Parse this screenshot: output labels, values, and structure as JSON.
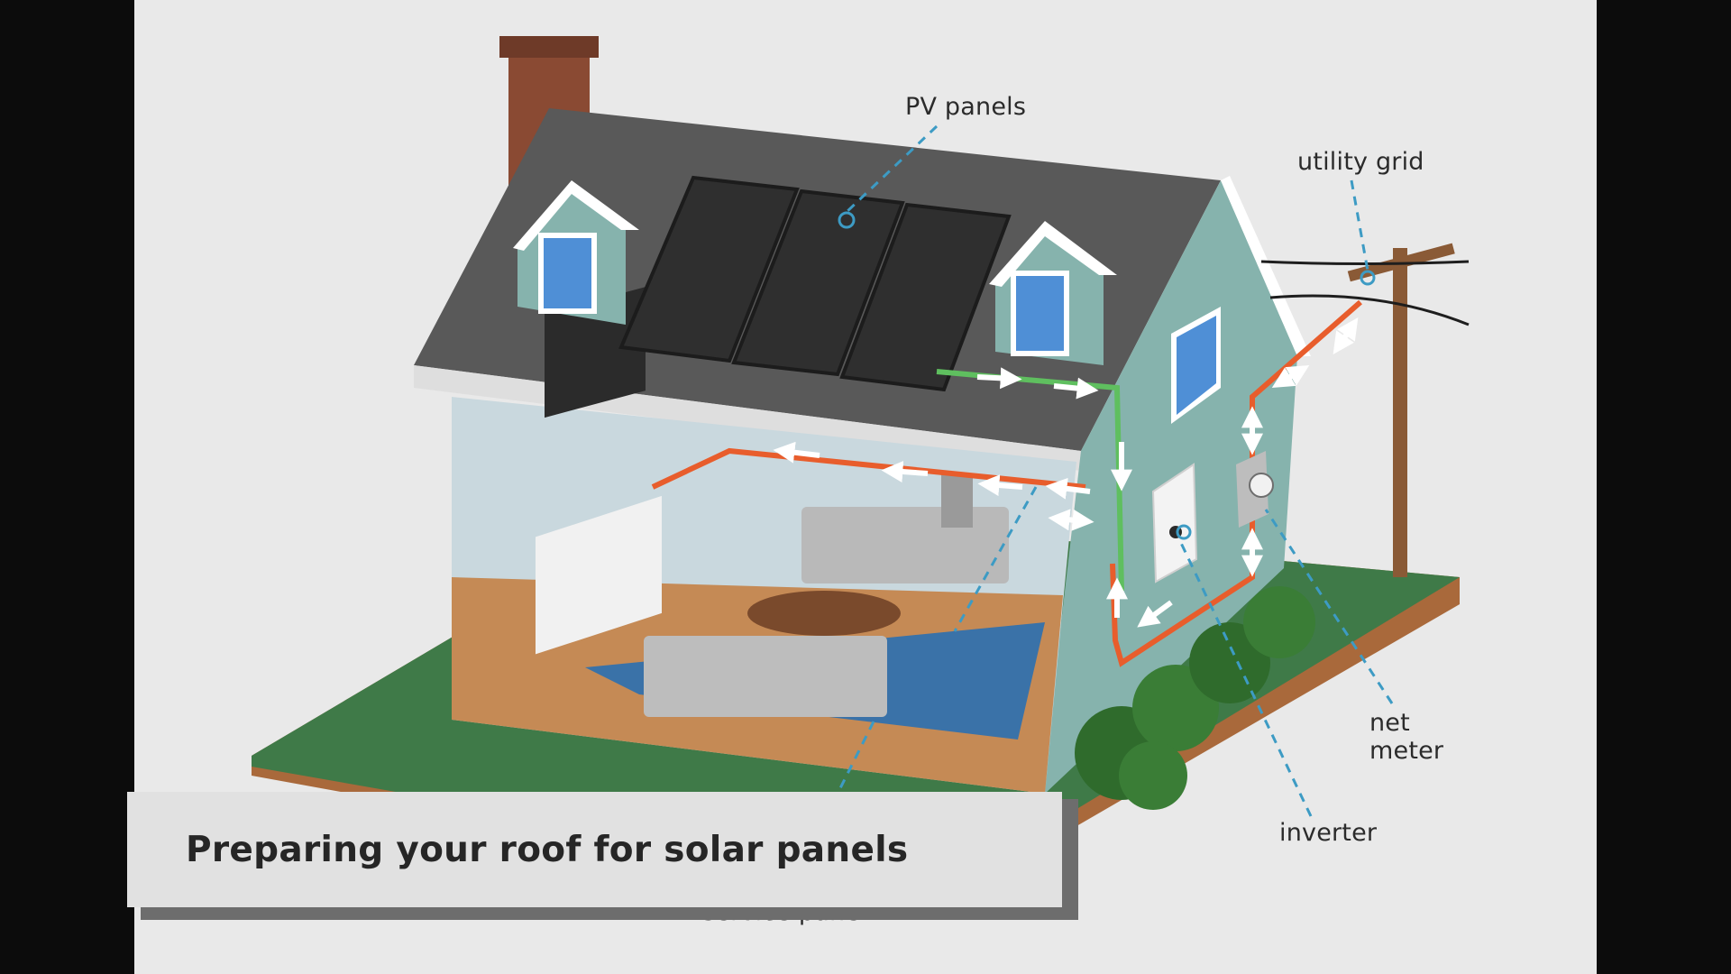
{
  "labels": {
    "pv_panels": "PV panels",
    "utility_grid": "utility grid",
    "net_meter_line1": "net",
    "net_meter_line2": "meter",
    "inverter": "inverter",
    "service_panel": "service panel"
  },
  "caption": {
    "text": "Preparing your roof for solar panels"
  },
  "colors": {
    "background": "#e9e9e9",
    "letterbox": "#0c0c0c",
    "roof": "#5b5b5b",
    "wall": "#86b3ad",
    "lawn": "#3f7a48",
    "ac_wire": "#e85d2c",
    "dc_wire": "#5fbf5f",
    "callout_line": "#3d9bc4"
  }
}
